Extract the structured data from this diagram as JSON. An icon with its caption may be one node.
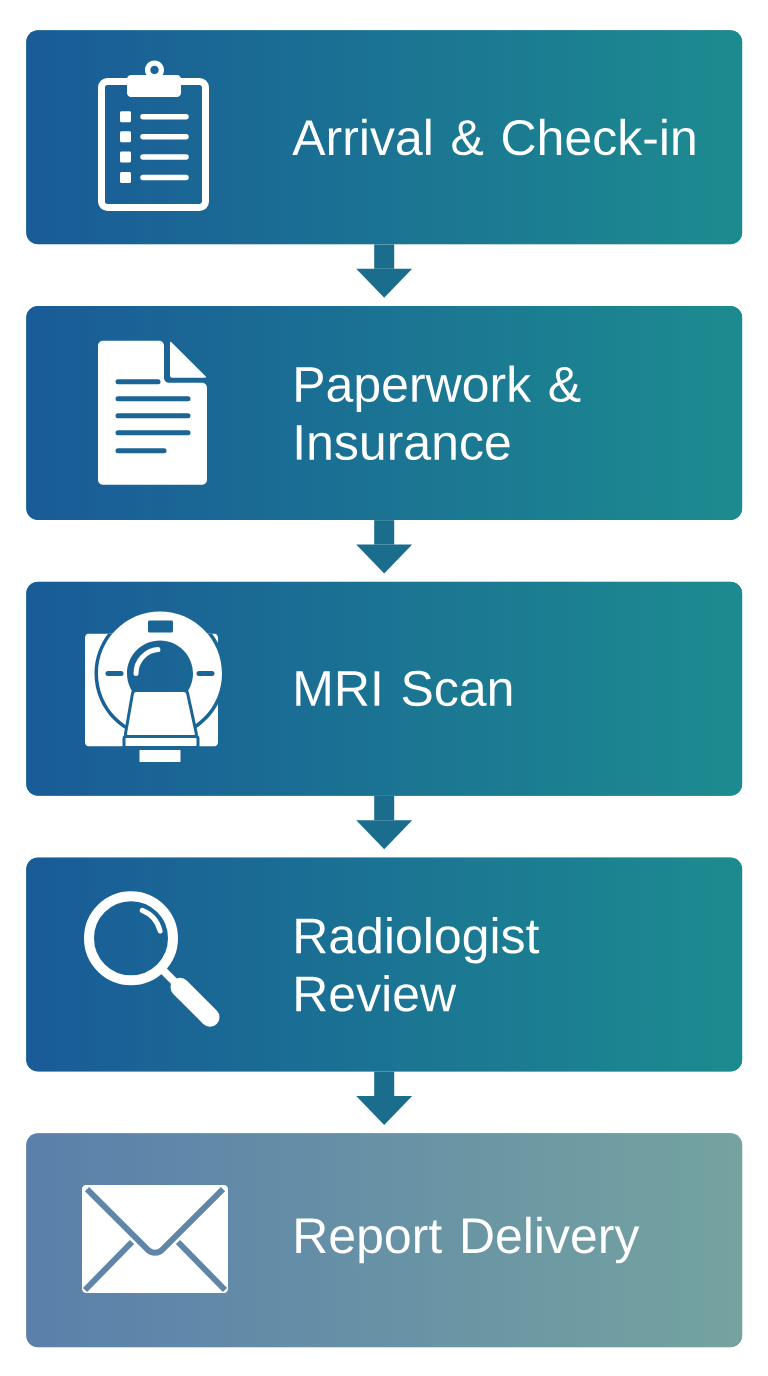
{
  "diagram": {
    "nodes": [
      {
        "text": [
          "Arrival & Check-in"
        ]
      },
      {
        "text": [
          "Paperwork & Insurance"
        ]
      },
      {
        "text": [
          "MRI Scan"
        ]
      },
      {
        "text": [
          "Radiologist Review"
        ]
      },
      {
        "text": [
          "Report Delivery"
        ]
      }
    ],
    "edges": [
      {
        "from": 0,
        "to": 1,
        "arrow": "to"
      },
      {
        "from": 1,
        "to": 2,
        "arrow": "to"
      },
      {
        "from": 2,
        "to": 3,
        "arrow": "to"
      },
      {
        "from": 3,
        "to": 4,
        "arrow": "to"
      }
    ]
  }
}
